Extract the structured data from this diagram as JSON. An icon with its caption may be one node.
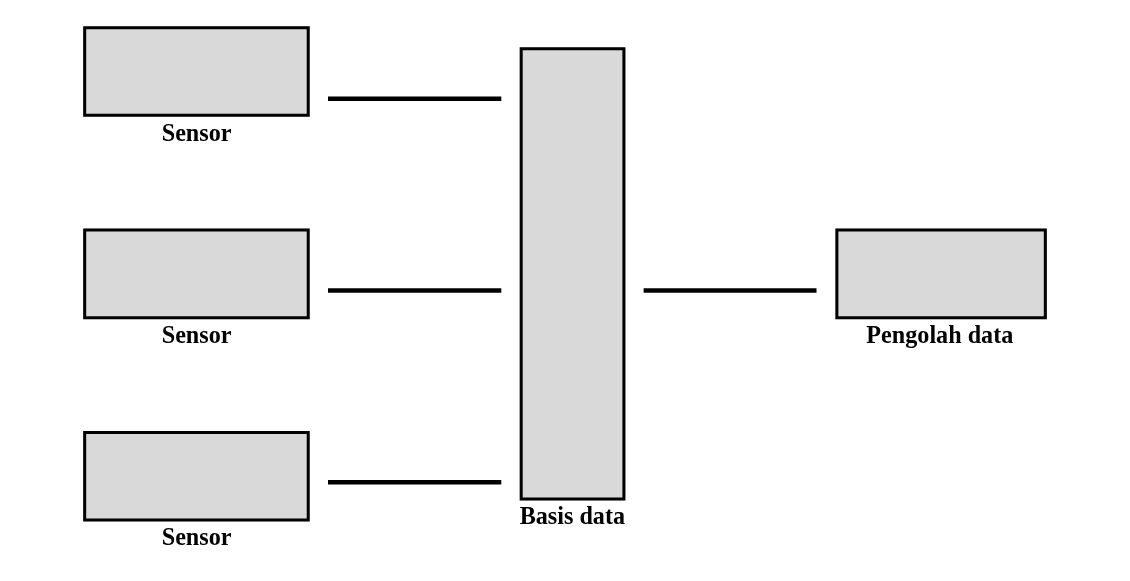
{
  "diagram": {
    "nodes": [
      {
        "text": [
          "Sensor"
        ]
      },
      {
        "text": [
          "Sensor"
        ]
      },
      {
        "text": [
          "Sensor"
        ]
      },
      {
        "text": [
          "Basis data"
        ]
      },
      {
        "text": [
          "Pengolah data"
        ]
      }
    ],
    "edges": [
      {
        "from": 0,
        "to": 3,
        "arrow": "none"
      },
      {
        "from": 1,
        "to": 3,
        "arrow": "none"
      },
      {
        "from": 2,
        "to": 3,
        "arrow": "none"
      },
      {
        "from": 3,
        "to": 4,
        "arrow": "none"
      }
    ]
  }
}
